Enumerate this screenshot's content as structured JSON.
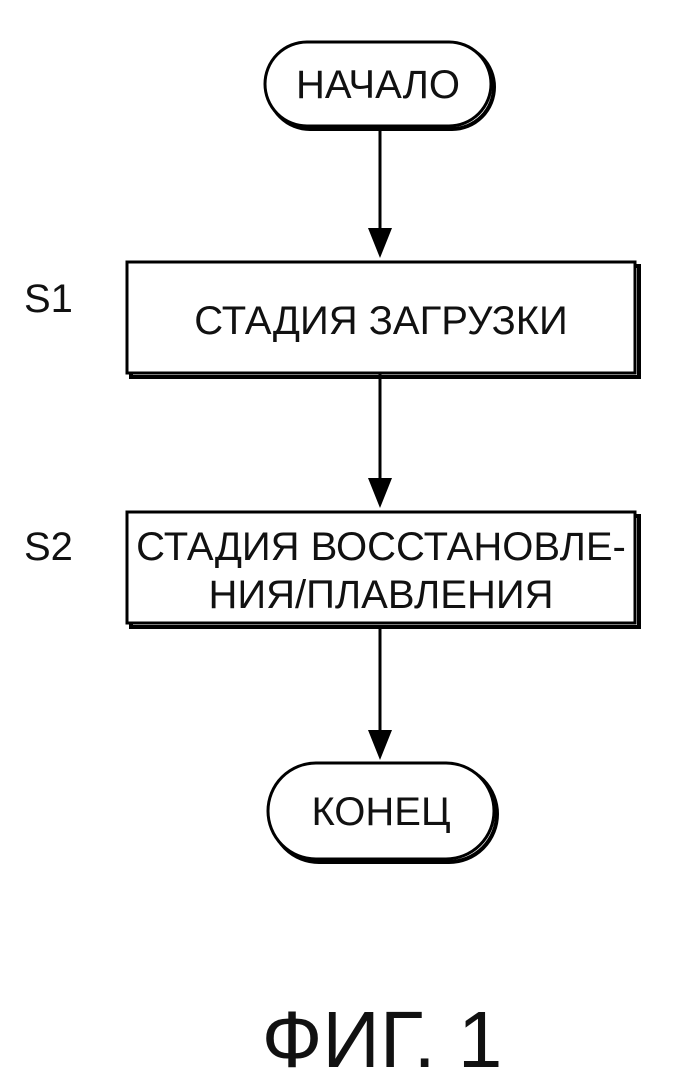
{
  "diagram": {
    "nodes": [
      {
        "id": "start",
        "kind": "terminal",
        "lines": [
          "НАЧАЛО"
        ]
      },
      {
        "id": "s1",
        "kind": "process",
        "step_label": "S1",
        "lines": [
          "СТАДИЯ ЗАГРУЗКИ"
        ]
      },
      {
        "id": "s2",
        "kind": "process",
        "step_label": "S2",
        "lines": [
          "СТАДИЯ ВОССТАНОВЛЕ-",
          "НИЯ/ПЛАВЛЕНИЯ"
        ]
      },
      {
        "id": "end",
        "kind": "terminal",
        "lines": [
          "КОНЕЦ"
        ]
      }
    ],
    "edges": [
      {
        "from": "start",
        "to": "s1"
      },
      {
        "from": "s1",
        "to": "s2"
      },
      {
        "from": "s2",
        "to": "end"
      }
    ],
    "caption": "ФИГ. 1"
  }
}
